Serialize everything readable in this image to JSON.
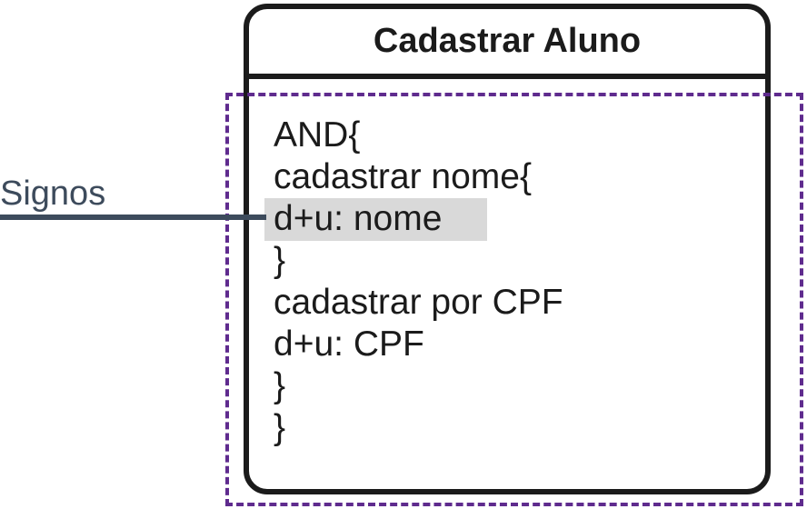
{
  "box": {
    "title": "Cadastrar Aluno"
  },
  "annotation": {
    "label": "Signos"
  },
  "code": {
    "lines": [
      "AND{",
      "cadastrar nome{",
      "d+u: nome",
      "}",
      "cadastrar por CPF",
      "d+u: CPF",
      "}",
      "}"
    ]
  },
  "colors": {
    "box_border": "#1b1b1b",
    "dashed_frame": "#5f2b8e",
    "annotation": "#3d4b5c",
    "highlight": "#d9d9d9"
  }
}
